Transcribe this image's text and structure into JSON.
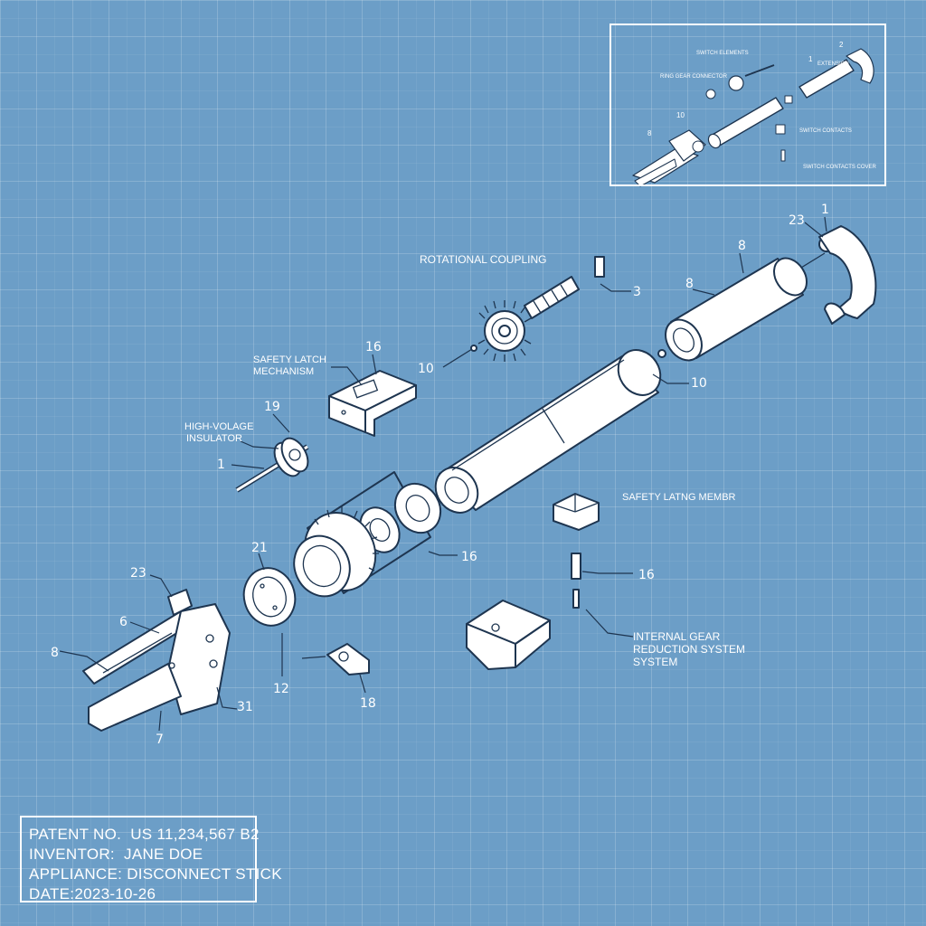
{
  "labels": {
    "rotational_coupling": "ROTATIONAL COUPLING",
    "safety_latch_1": "SAFETY LATCH",
    "safety_latch_2": "MECHANISM",
    "hv_insulator_1": "HIGH-VOLAGE",
    "hv_insulator_2": "INSULATOR",
    "safety_lating": "SAFETY LATNG MEMBR",
    "gear_1": "INTERNAL GEAR",
    "gear_2": "REDUCTION SYSTEM",
    "gear_3": "SYSTEM"
  },
  "callouts": {
    "c_8_top": "8",
    "c_23_top": "23",
    "c_1_top": "1",
    "c_3": "3",
    "c_8_mid": "8",
    "c_10_a": "10",
    "c_18_b": "10",
    "c_16_latch": "16",
    "c_19": "19",
    "c_1_left": "1",
    "c_16_gear": "16",
    "c_16_pin": "16",
    "c_21": "21",
    "c_23_left": "23",
    "c_6": "6",
    "c_8_left": "8",
    "c_31": "31",
    "c_7": "7",
    "c_12": "12",
    "c_18": "18"
  },
  "inset": {
    "labels": [
      "SWITCH ELEMENTS",
      "RING GEAR CONNECTOR",
      "SWITCH CONTACTS",
      "SWITCH CONTACTS COVER",
      "EXTENSION"
    ],
    "numbers": [
      "2",
      "10",
      "8",
      "1"
    ]
  },
  "title_block": {
    "patent_label": "PATENT NO.",
    "patent_value": "US 11,234,567 B2",
    "inventor_label": "INVENTOR:",
    "inventor_value": "JANE DOE",
    "appliance_label": "APPLIANCE:",
    "appliance_value": "DISCONNECT STICK",
    "date_label": "DATE:",
    "date_value": "2023-10-26"
  },
  "colors": {
    "background": "#6c9ec7",
    "line": "#1e3550",
    "part_fill": "#ffffff"
  }
}
